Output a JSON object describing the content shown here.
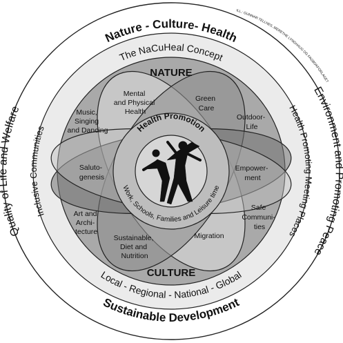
{
  "title_top": "Nature - Culture- Health",
  "title_bottom": "Sustainable Development",
  "outer_left": "Quality of Life and Welfare",
  "outer_right": "Environment and Promoting Peace",
  "ring2_top": "The NaCuHeal Concept",
  "ring2_bottom": "Local - Regional - National - Global",
  "ring2_left": "Inclusive Communities",
  "ring2_right": "Health Promoting Meeting Places",
  "credit": "ILL.: GUNNAR TELLNES, MERETHE LYNGHAUG OG FAGBOKFORLAGET",
  "nature_label": "NATURE",
  "culture_label": "CULTURE",
  "center_top": "Health Promotion",
  "center_bottom": "Work, Schools, Families and Leisure time",
  "nodes": {
    "mental_health": [
      "Mental",
      "and Physical",
      "Health"
    ],
    "green_care": [
      "Green",
      "Care"
    ],
    "music": [
      "Music,",
      "Singing",
      "and Dancing"
    ],
    "outdoor": [
      "Outdoor-",
      "Life"
    ],
    "salutogenesis": [
      "Saluto-",
      "genesis"
    ],
    "empowerment": [
      "Empower-",
      "ment"
    ],
    "art": [
      "Art and",
      "Archi-",
      "tecture"
    ],
    "safe": [
      "Safe",
      "Communi-",
      "ties"
    ],
    "sustainable": [
      "Sustainable,",
      "Diet and",
      "Nutrition"
    ],
    "migration": [
      "Migration"
    ]
  },
  "colors": {
    "ring_outer": "#ffffff",
    "ring_mid": "#ebebeb",
    "inner_disc": "#a9a9a9",
    "ellipse_light": "#d2d2d2",
    "ellipse_mid": "#8f8f8f",
    "ellipse_dark": "#737373",
    "center_ring": "#bdbdbd",
    "center_disc": "#d6d6d6",
    "line": "#222222",
    "figure": "#111111"
  }
}
